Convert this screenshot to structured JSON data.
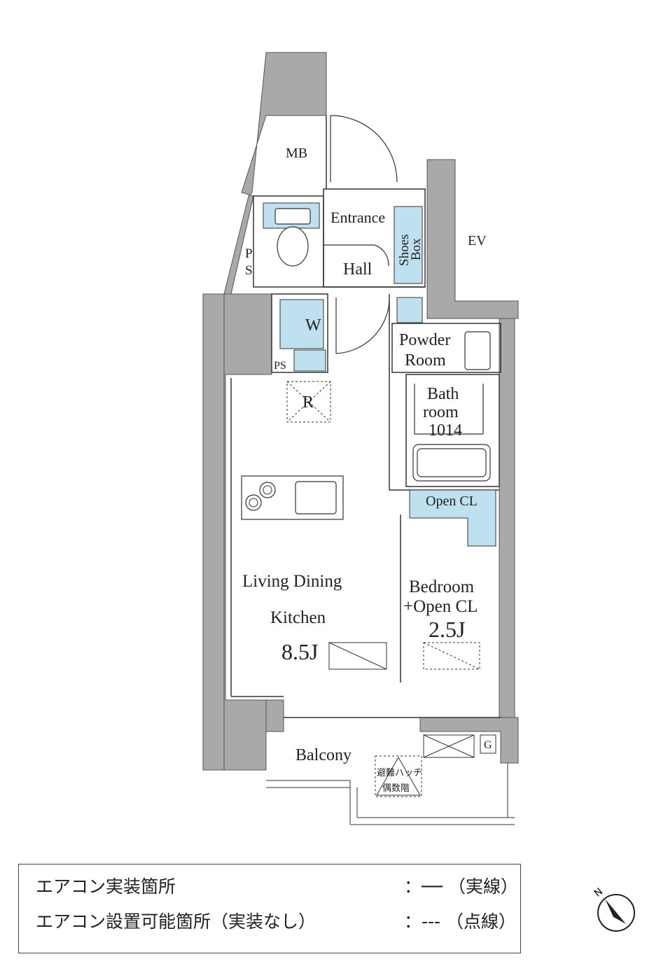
{
  "rooms": {
    "mb": "MB",
    "entrance": "Entrance",
    "hall": "Hall",
    "shoes_box": "Shoes Box",
    "shoes_line1": "Shoes",
    "shoes_line2": "Box",
    "ev": "EV",
    "ps_top_p": "P",
    "ps_top_s": "S",
    "washer": "W",
    "ps_small": "PS",
    "refrigerator": "R",
    "powder_room_1": "Powder",
    "powder_room_2": "Room",
    "bathroom_1": "Bath",
    "bathroom_2": "room",
    "bathroom_3": "1014",
    "open_cl": "Open CL",
    "ldk_1": "Living Dining",
    "ldk_2": "Kitchen",
    "ldk_size": "8.5J",
    "bedroom_1": "Bedroom",
    "bedroom_2": "+Open CL",
    "bedroom_size": "2.5J",
    "balcony": "Balcony",
    "hatch_1": "避難ハッチ",
    "hatch_2": "偶数階",
    "gas": "G"
  },
  "legend": {
    "row1_label": "エアコン実装箇所",
    "row1_symbol": "：── （実線）",
    "row2_label": "エアコン設置可能箇所（実装なし）",
    "row2_symbol": "：--- （点線）"
  },
  "compass": {
    "north": "N"
  },
  "colors": {
    "wall": "#a9a9a9",
    "fixture": "#bfe0ef",
    "line": "#333333"
  }
}
